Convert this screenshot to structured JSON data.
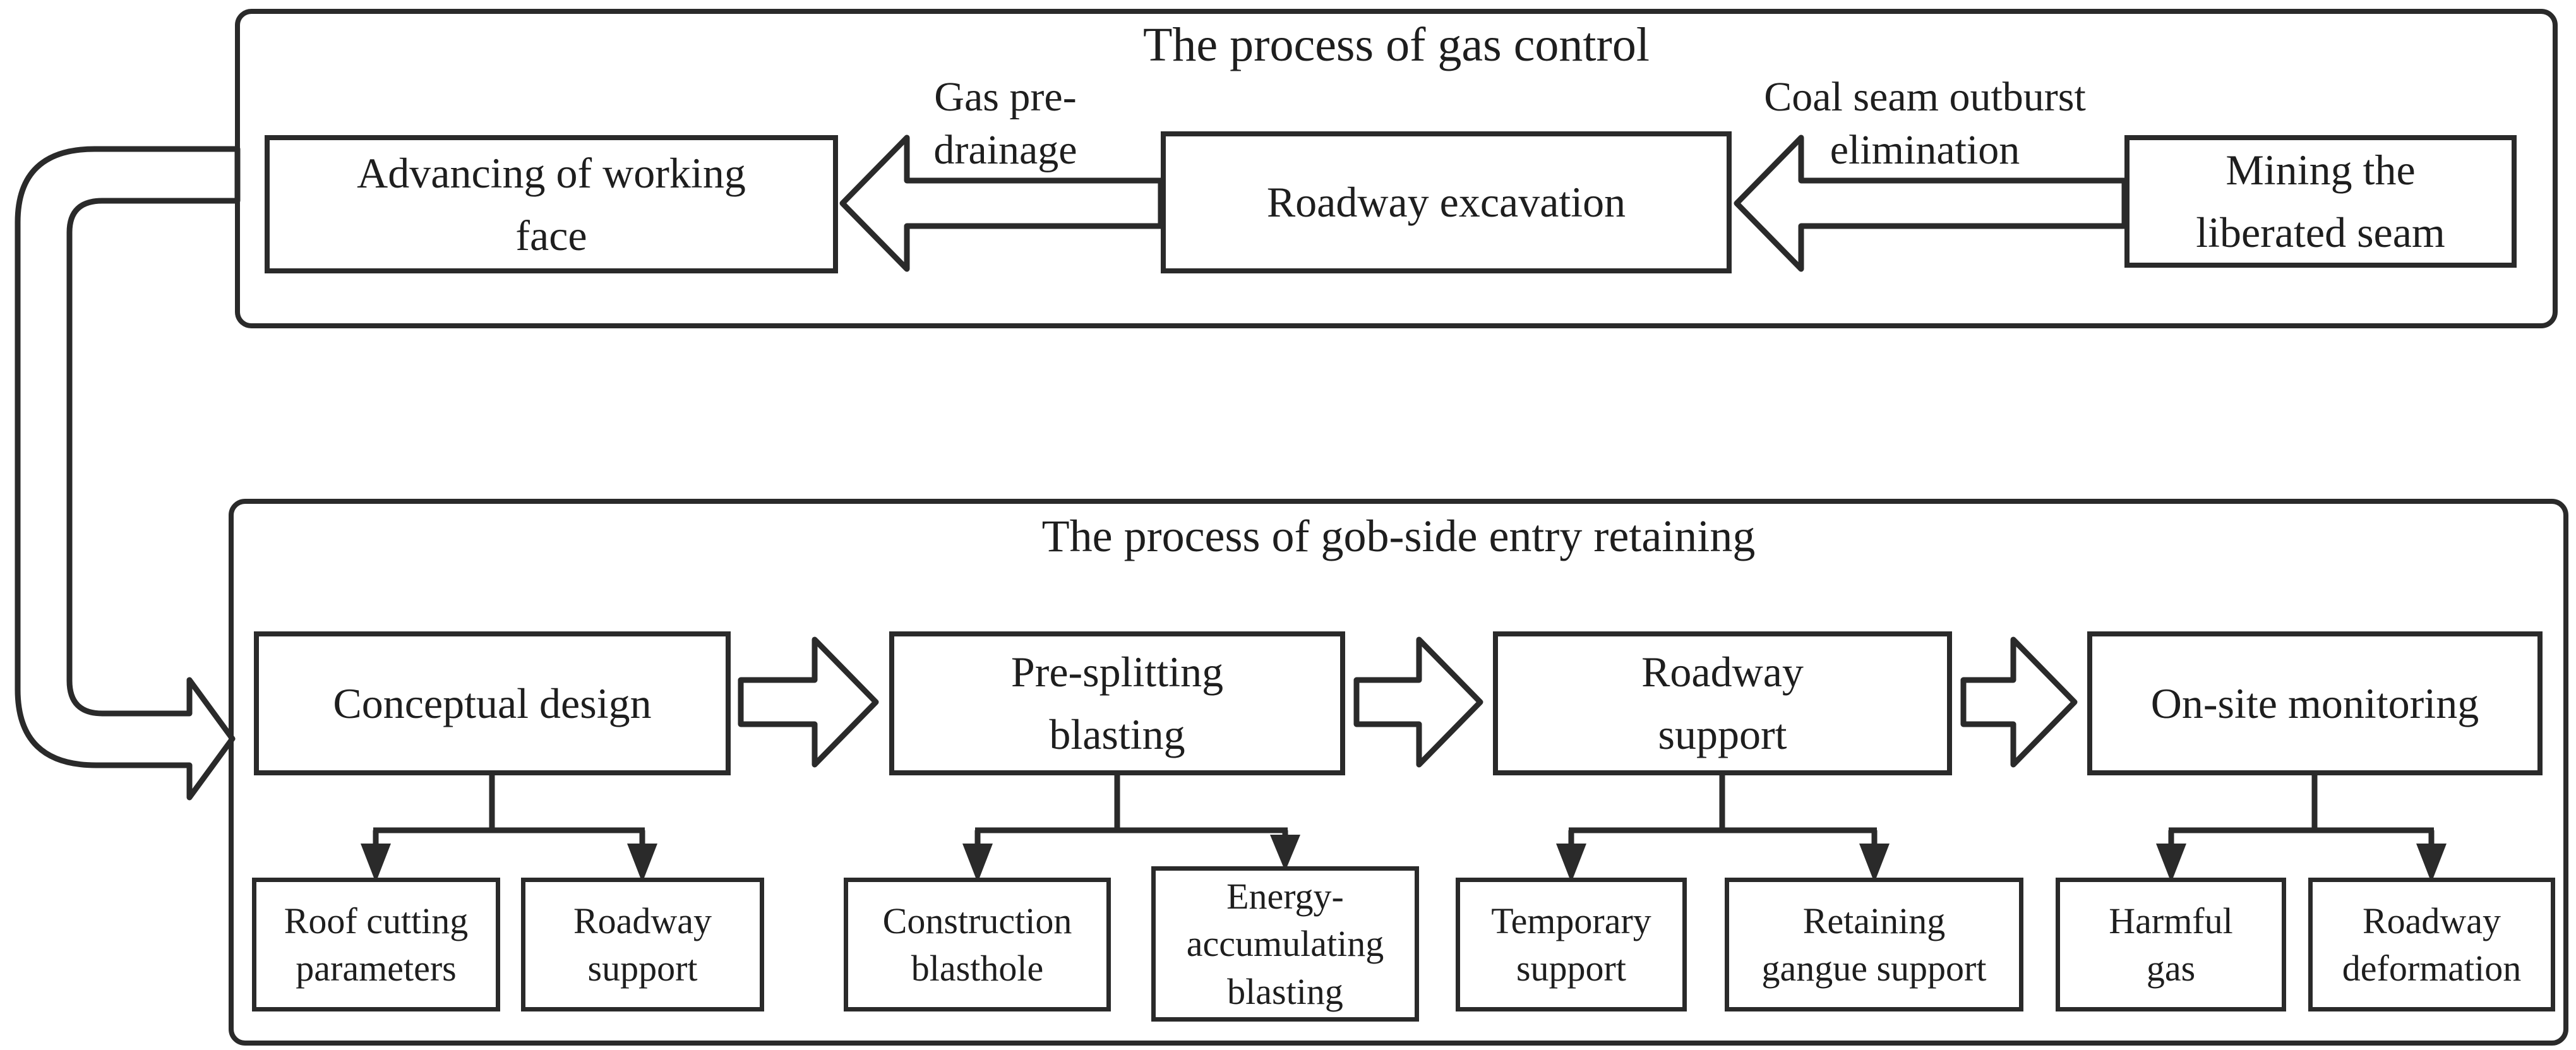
{
  "colors": {
    "ink": "#2a2a2a",
    "text": "#1e1e1e",
    "background": "#ffffff"
  },
  "gas_control": {
    "title": "The process of gas control",
    "boxes": {
      "advancing": "Advancing of working\nface",
      "excavation": "Roadway excavation",
      "mining": "Mining the\nliberated seam"
    },
    "arrow_labels": {
      "gas_pre_drainage": "Gas pre-\ndrainage",
      "coal_seam_outburst": "Coal seam outburst\nelimination"
    }
  },
  "gob_side": {
    "title": "The process of gob-side entry retaining",
    "steps": {
      "conceptual": "Conceptual design",
      "presplitting": "Pre-splitting\nblasting",
      "roadway_support": "Roadway\nsupport",
      "monitoring": "On-site monitoring"
    },
    "details": {
      "roof_cutting": "Roof cutting\nparameters",
      "roadway_support": "Roadway\nsupport",
      "construction_blasthole": "Construction\nblasthole",
      "energy_blasting": "Energy-\naccumulating\nblasting",
      "temporary_support": "Temporary\nsupport",
      "retaining_gangue": "Retaining\ngangue support",
      "harmful_gas": "Harmful\ngas",
      "roadway_deformation": "Roadway\ndeformation"
    }
  }
}
